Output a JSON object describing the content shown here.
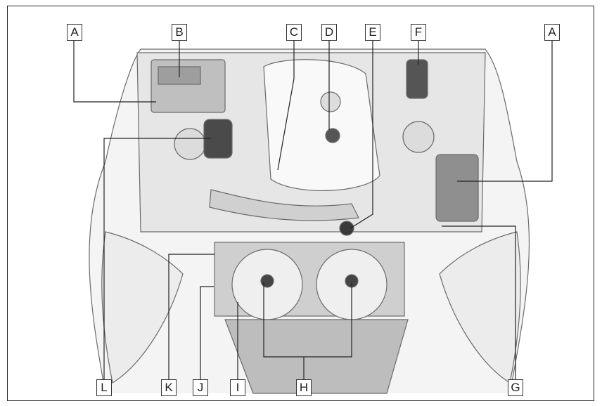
{
  "diagram": {
    "labels": {
      "A_left": "A",
      "B": "B",
      "C": "C",
      "D": "D",
      "E": "E",
      "F": "F",
      "A_right": "A",
      "L": "L",
      "K": "K",
      "J": "J",
      "I": "I",
      "H": "H",
      "G": "G"
    },
    "colors": {
      "line": "#222222",
      "fill_light": "#f2f2f2",
      "fill_mid": "#d9d9d9",
      "fill_dark": "#8c8c8c",
      "fill_black": "#3a3a3a"
    }
  }
}
